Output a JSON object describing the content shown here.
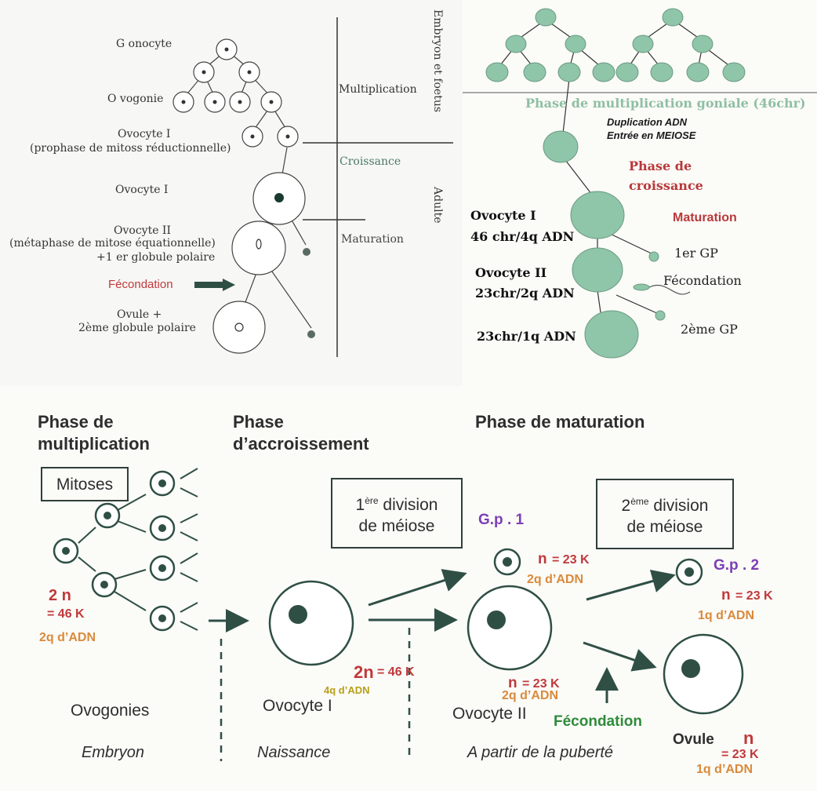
{
  "top_left": {
    "gonocyte": "G onocyte",
    "ovogonie": "O vogonie",
    "ovocyte1_prophase_title": "Ovocyte I",
    "ovocyte1_prophase_sub": "(prophase de mitoss réductionnelle)",
    "ovocyte1": "Ovocyte I",
    "ovocyte2_title": "Ovocyte II",
    "ovocyte2_sub1": "(métaphase de mitose équationnelle)",
    "ovocyte2_sub2": "+1 er globule polaire",
    "fecondation": "Fécondation",
    "ovule_line1": "Ovule +",
    "ovule_line2": "2ème globule polaire",
    "multiplication": "Multiplication",
    "croissance": "Croissance",
    "maturation": "Maturation",
    "embryon_foetus": "Embryon et foetus",
    "adulte": "Adulte"
  },
  "top_right": {
    "phase_multiplication": "Phase de multiplication goniale (46chr)",
    "duplication": "Duplication ADN",
    "entree_meiose": "Entrée en MEIOSE",
    "phase_croissance_1": "Phase de",
    "phase_croissance_2": "croissance",
    "maturation": "Maturation",
    "ovocyte1": "Ovocyte I",
    "ovocyte1_chr": "46 chr/4q ADN",
    "first_gp": "1er GP",
    "ovocyte2": "Ovocyte II",
    "ovocyte2_chr": "23chr/2q ADN",
    "fecondation": "Fécondation",
    "final_chr": "23chr/1q ADN",
    "second_gp": "2ème GP"
  },
  "bottom": {
    "phase_multiplication_1": "Phase de",
    "phase_multiplication_2": "multiplication",
    "phase_accroissement_1": "Phase",
    "phase_accroissement_2": "d’accroissement",
    "phase_maturation": "Phase de maturation",
    "mitoses": "Mitoses",
    "div1_prefix": "1",
    "div1_sup": "ère",
    "div1_suffix": " division",
    "div1_line2": "de méiose",
    "div2_prefix": "2",
    "div2_sup": "ème",
    "div2_suffix": " division",
    "div2_line2": "de méiose",
    "gp1": "G.p . 1",
    "gp2": "G.p . 2",
    "ovogonies_2n": "2 n",
    "ovogonies_46k": "= 46 K",
    "ovogonies_adn": "2q d’ADN",
    "ovocyte1_2n": "2n",
    "ovocyte1_46k": "= 46 K",
    "ovocyte1_adn": "4q d’ADN",
    "gp1_n": "n",
    "gp1_23k": "= 23 K",
    "gp1_adn": "2q d’ADN",
    "ovocyte2_n": "n",
    "ovocyte2_23k": "= 23 K",
    "ovocyte2_adn": "2q d’ADN",
    "gp2_n": "n",
    "gp2_23k": "= 23 K",
    "gp2_adn": "1q d’ADN",
    "ovule_n": "n",
    "ovule_23k": "= 23 K",
    "ovule_adn": "1q d’ADN",
    "ovogonies": "Ovogonies",
    "ovocyte1": "Ovocyte I",
    "ovocyte2": "Ovocyte II",
    "fecondation": "Fécondation",
    "ovule": "Ovule",
    "embryon": "Embryon",
    "naissance": "Naissance",
    "puberte": "A partir de la puberté"
  },
  "colors": {
    "cell_green": "#8fc5a8",
    "cell_stroke": "#6a9a80",
    "dark_green": "#2f4f45",
    "red": "#c0393b",
    "orange": "#d98a3a",
    "purple": "#7b3fb5",
    "green_text": "#2e8b3a"
  }
}
